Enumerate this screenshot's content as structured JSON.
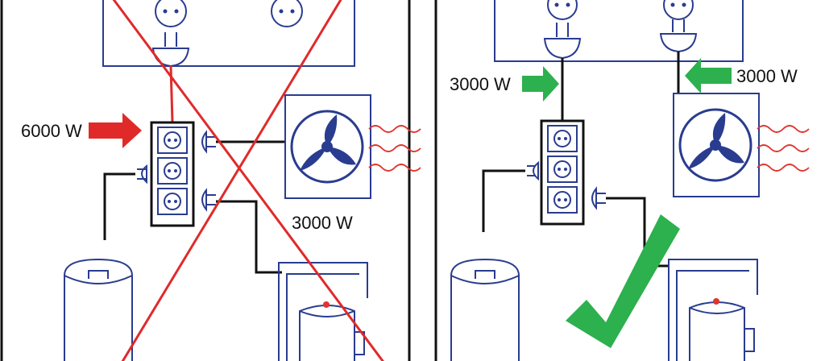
{
  "colors": {
    "outlet_blue": "#2a3c8f",
    "wire_black": "#111111",
    "warning_red": "#e02a2a",
    "ok_green": "#2db04e",
    "heat_red": "#e0342f"
  },
  "left_panel": {
    "status": "incorrect",
    "power_strip_load": "6000 W",
    "heater_load": "3000 W",
    "icons": [
      "wall-outlet-icon",
      "plug-icon",
      "power-strip-icon",
      "fan-heater-icon",
      "heat-waves-icon",
      "boiler-icon",
      "kettle-icon",
      "red-x-icon",
      "red-arrow-icon"
    ]
  },
  "right_panel": {
    "status": "correct",
    "strip_circuit_load": "3000 W",
    "heater_circuit_load": "3000 W",
    "icons": [
      "wall-outlet-icon",
      "plug-icon",
      "power-strip-icon",
      "fan-heater-icon",
      "heat-waves-icon",
      "boiler-icon",
      "kettle-icon",
      "green-check-icon",
      "green-arrow-icon"
    ]
  }
}
